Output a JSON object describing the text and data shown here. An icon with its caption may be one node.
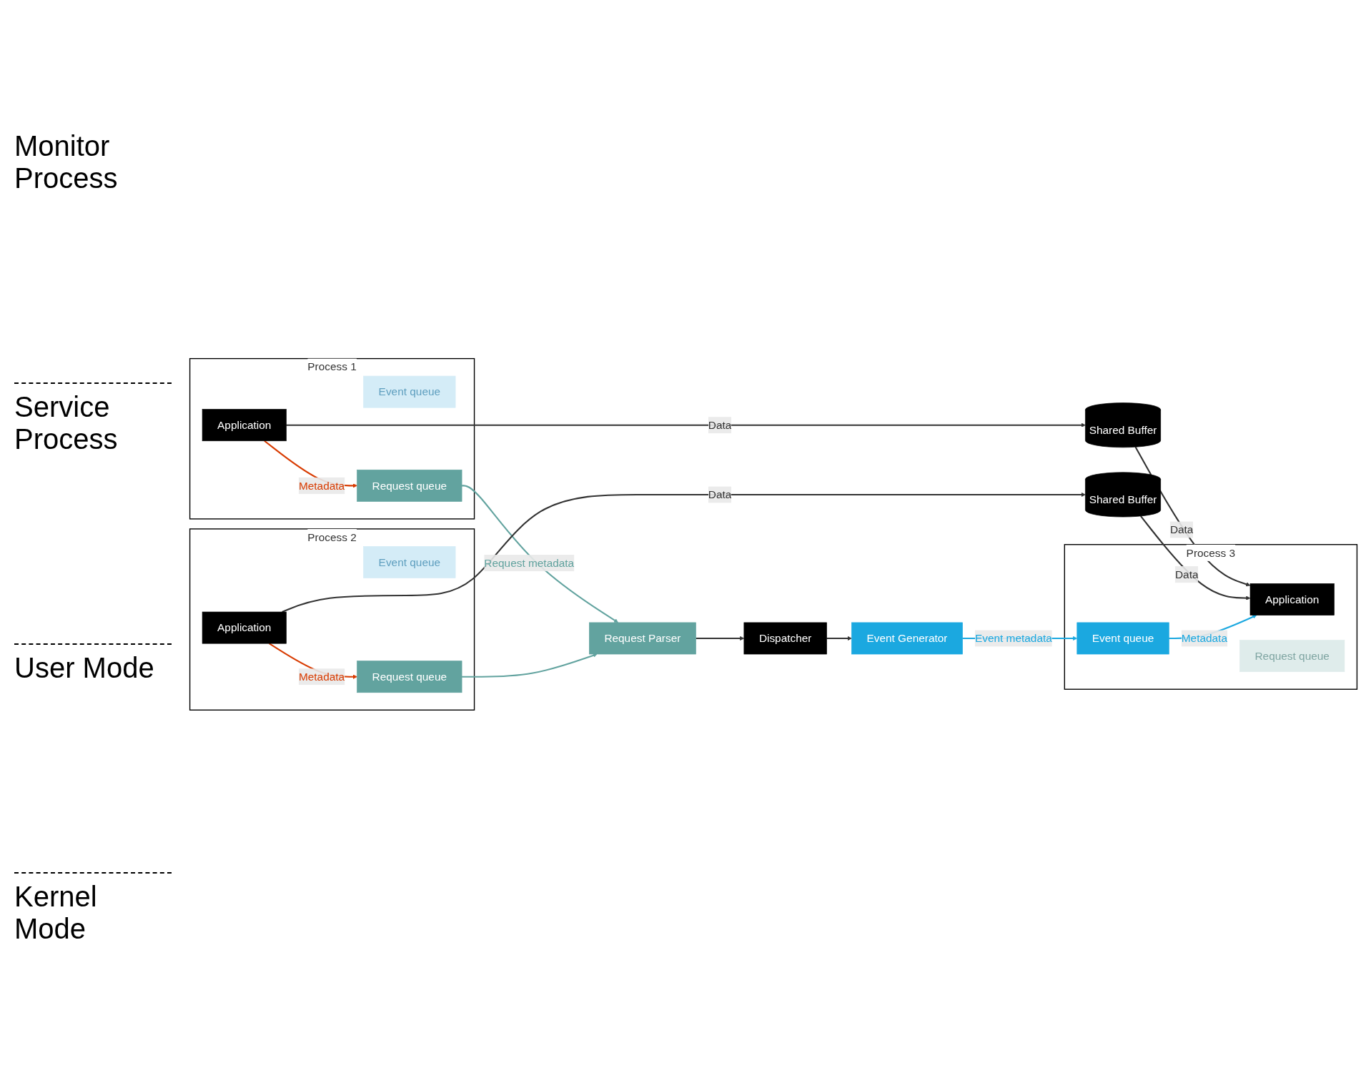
{
  "diagram": {
    "nodes": [
      {
        "text": [
          "Request Parser"
        ]
      },
      {
        "text": [
          "Dispatcher"
        ]
      },
      {
        "text": [
          "Event Generator"
        ]
      },
      {
        "text": [
          "Process 1"
        ]
      },
      {
        "text": [
          "Event queue"
        ],
        "in": 3
      },
      {
        "text": [
          "Application"
        ],
        "in": 3
      },
      {
        "text": [
          "Request queue"
        ],
        "in": 3
      },
      {
        "text": [
          "Process 2"
        ]
      },
      {
        "text": [
          "Event queue"
        ],
        "in": 7
      },
      {
        "text": [
          "Application"
        ],
        "in": 7
      },
      {
        "text": [
          "Request queue"
        ],
        "in": 7
      },
      {
        "text": [
          "Shared Buffer"
        ]
      },
      {
        "text": [
          "Shared Buffer"
        ]
      },
      {
        "text": [
          "Process 3"
        ]
      },
      {
        "text": [
          "Event queue"
        ],
        "in": 13
      },
      {
        "text": [
          "Application"
        ],
        "in": 13
      },
      {
        "text": [
          "Request queue"
        ],
        "in": 13
      }
    ],
    "edges": [
      {
        "from": 0,
        "to": 1,
        "arrow": "to"
      },
      {
        "from": 1,
        "to": 2,
        "arrow": "to"
      },
      {
        "from": 2,
        "to": 14,
        "arrow": "to",
        "label": "Event metadata",
        "color": "#1ba8e0"
      },
      {
        "from": 6,
        "to": 0,
        "arrow": "to",
        "label": "Request metadata",
        "color": "#62a39f"
      },
      {
        "from": 10,
        "to": 0,
        "arrow": "to",
        "color": "#62a39f"
      },
      {
        "from": 5,
        "to": 6,
        "arrow": "to",
        "label": "Metadata",
        "color": "#d83b01"
      },
      {
        "from": 9,
        "to": 10,
        "arrow": "to",
        "label": "Metadata",
        "color": "#d83b01"
      },
      {
        "from": 5,
        "to": 11,
        "arrow": "to",
        "label": "Data"
      },
      {
        "from": 11,
        "to": 15,
        "arrow": "to",
        "label": "Data"
      },
      {
        "from": 9,
        "to": 12,
        "arrow": "to",
        "label": "Data"
      },
      {
        "from": 12,
        "to": 15,
        "arrow": "to",
        "label": "Data"
      },
      {
        "from": 14,
        "to": 15,
        "arrow": "to",
        "label": "Metadata",
        "color": "#1ba8e0"
      }
    ],
    "labels": [
      "Monitor Process",
      "Service Process",
      "User Mode",
      "Kernel Mode"
    ]
  }
}
